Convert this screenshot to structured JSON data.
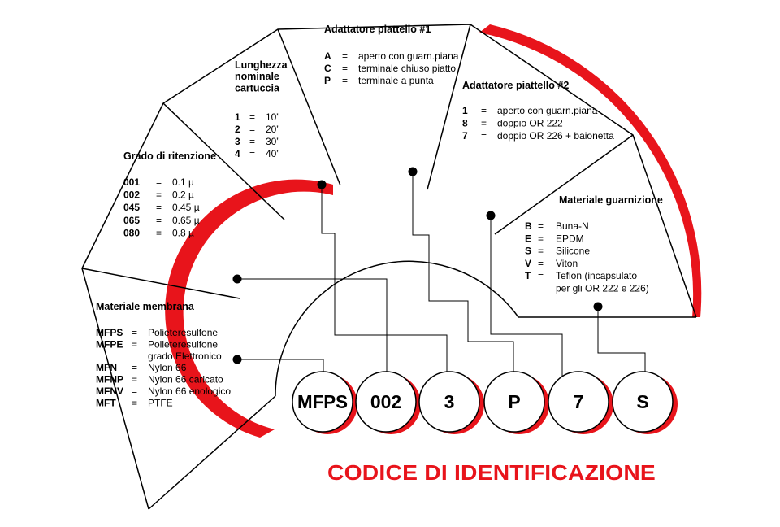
{
  "title": "CODICE DI IDENTIFICAZIONE",
  "colors": {
    "accent": "#e8141b",
    "ink": "#000000",
    "background": "#ffffff"
  },
  "code_parts": [
    "MFPS",
    "002",
    "3",
    "P",
    "7",
    "S"
  ],
  "sections": {
    "membrana": {
      "heading": [
        "Materiale membrana"
      ],
      "items": [
        {
          "code": "MFPS",
          "eq": "=",
          "text": [
            "Polieteresulfone"
          ]
        },
        {
          "code": "MFPE",
          "eq": "=",
          "text": [
            "Polieteresulfone",
            "grado Elettronico"
          ]
        },
        {
          "code": "MFN",
          "eq": "=",
          "text": [
            "Nylon 66"
          ]
        },
        {
          "code": "MFNP",
          "eq": "=",
          "text": [
            "Nylon 66 caricato"
          ]
        },
        {
          "code": "MFNV",
          "eq": "=",
          "text": [
            "Nylon 66 enologico"
          ]
        },
        {
          "code": "MFT",
          "eq": "=",
          "text": [
            "PTFE"
          ]
        }
      ]
    },
    "ritenzione": {
      "heading": [
        "Grado di ritenzione"
      ],
      "items": [
        {
          "code": "001",
          "eq": "=",
          "text": [
            "0.1 µ"
          ]
        },
        {
          "code": "002",
          "eq": "=",
          "text": [
            "0.2 µ"
          ]
        },
        {
          "code": "045",
          "eq": "=",
          "text": [
            "0.45 µ"
          ]
        },
        {
          "code": "065",
          "eq": "=",
          "text": [
            "0.65 µ"
          ]
        },
        {
          "code": "080",
          "eq": "=",
          "text": [
            "0.8 µ"
          ]
        }
      ]
    },
    "lunghezza": {
      "heading": [
        "Lunghezza",
        "nominale",
        "cartuccia"
      ],
      "items": [
        {
          "code": "1",
          "eq": "=",
          "text": [
            "10”"
          ]
        },
        {
          "code": "2",
          "eq": "=",
          "text": [
            "20”"
          ]
        },
        {
          "code": "3",
          "eq": "=",
          "text": [
            "30”"
          ]
        },
        {
          "code": "4",
          "eq": "=",
          "text": [
            "40”"
          ]
        }
      ]
    },
    "adattatore1": {
      "heading": [
        "Adattatore piattello #1"
      ],
      "items": [
        {
          "code": "A",
          "eq": "=",
          "text": [
            "aperto con guarn.piana"
          ]
        },
        {
          "code": "C",
          "eq": "=",
          "text": [
            "terminale chiuso piatto"
          ]
        },
        {
          "code": "P",
          "eq": "=",
          "text": [
            "terminale a punta"
          ]
        }
      ]
    },
    "adattatore2": {
      "heading": [
        "Adattatore piattello #2"
      ],
      "items": [
        {
          "code": "1",
          "eq": "=",
          "text": [
            "aperto con guarn.piana"
          ]
        },
        {
          "code": "8",
          "eq": "=",
          "text": [
            "doppio OR 222"
          ]
        },
        {
          "code": "7",
          "eq": "=",
          "text": [
            "doppio OR 226 + baionetta"
          ]
        }
      ]
    },
    "guarnizione": {
      "heading": [
        "Materiale guarnizione"
      ],
      "items": [
        {
          "code": "B",
          "eq": "=",
          "text": [
            "Buna-N"
          ]
        },
        {
          "code": "E",
          "eq": "=",
          "text": [
            "EPDM"
          ]
        },
        {
          "code": "S",
          "eq": "=",
          "text": [
            "Silicone"
          ]
        },
        {
          "code": "V",
          "eq": "=",
          "text": [
            "Viton"
          ]
        },
        {
          "code": "T",
          "eq": "=",
          "text": [
            "Teflon (incapsulato",
            "per gli OR 222 e 226)"
          ]
        }
      ]
    }
  }
}
